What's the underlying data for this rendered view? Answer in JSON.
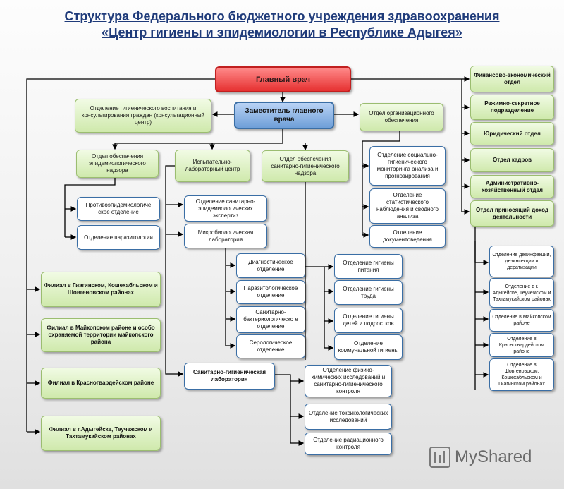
{
  "title": {
    "line1": "Структура Федерального бюджетного учреждения здравоохранения",
    "line2": "«Центр гигиены и эпидемиологии в Республике Адыгея»"
  },
  "nodes": {
    "chief": "Главный врач",
    "deputy": "Заместитель главного врача",
    "hyg_edu": "Отделение гигиенического воспитания и консультирования граждан (консультационный центр)",
    "org_dept": "Отдел организационного обеспечения",
    "epid_dept": "Отдел обеспечения эпидемиологического надзора",
    "lab_center": "Испытательно-лабораторный центр",
    "sanhyg_dept": "Отдел обеспечения санитарно-гигиенического надзора",
    "antiepid": "Противоэпидемиологиче ское отделение",
    "parasit": "Отделение паразитологии",
    "san_epid_exp": "Отделение санитарно-эпидемиологических экспертиз",
    "micro_lab": "Микробиологическая лаборатория",
    "diag_dep": "Диагностическое отделение",
    "parasit_dep": "Паразитологическое отделение",
    "sanbact_dep": "Санитарно-бактериологическо е отделение",
    "serol_dep": "Серологическое отделение",
    "food_hyg": "Отделение гигиены питания",
    "labor_hyg": "Отделение гигиены труда",
    "child_hyg": "Отделение гигиены детей и подростков",
    "comm_hyg": "Отделение коммунальной гигиены",
    "soc_hyg": "Отделение социально-гигиенического мониторинга анализа и прогнозирования",
    "stat": "Отделение статистического наблюдения и сводного анализа",
    "docs": "Отделение документоведения",
    "sanhyg_lab": "Санитарно-гигиеническая лаборатория",
    "physchem": "Отделение физико-химических исследований и санитарно-гигиенического контроля",
    "toxic": "Отделение токсикологических исследований",
    "radiation": "Отделение радиационного контроля",
    "filial_giag": "Филиал в Гиагинском, Кошехабльском и Шовгеновском районах",
    "filial_maikop": "Филиал в Майкопском районе и особо охраняемой территории майкопского района",
    "filial_krasn": "Филиал в Красногвардейском районе",
    "filial_adyg": "Филиал в г.Адыгейске, Теучежском и Тахтамукайском районах",
    "fin": "Финансово-экономический отдел",
    "secret": "Режимно-секретное подразделение",
    "legal": "Юридический отдел",
    "hr": "Отдел кадров",
    "admin": "Административно-хозяйственный отдел",
    "income": "Отдел приносящий доход деятельности",
    "disinf": "Отделение дезинфекции, дезинсекции и дератизации",
    "disinf_adyg": "Отделение в г. Адыгейске, Теучежском и Тахтамукайском районах",
    "disinf_maikop": "Отделение в Майкопском районе",
    "disinf_krasn": "Отделение в Красногвардейском районе",
    "disinf_shovg": "Отделение в Шовгеновском, Кошехабльском и Гиагинском районах"
  },
  "watermark": {
    "text": "MyShared"
  }
}
